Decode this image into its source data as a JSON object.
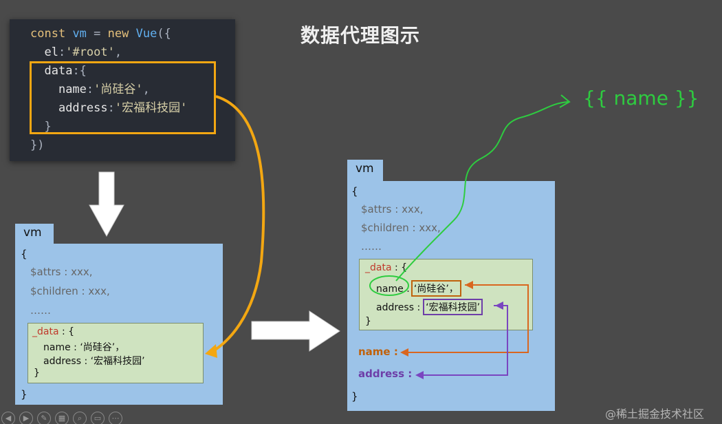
{
  "title": "数据代理图示",
  "code": {
    "line1": {
      "kw": "const",
      "var": "vm",
      "eq": " = ",
      "kw2": "new",
      "fn": "Vue",
      "tail": "({"
    },
    "line2": {
      "prop": "el",
      "str": "'#root'",
      "tail": ","
    },
    "line3": {
      "prop": "data",
      "tail": ":{"
    },
    "line4": {
      "prop": "name",
      "str": "'尚硅谷'",
      "tail": ","
    },
    "line5": {
      "prop": "address",
      "str": "'宏福科技园'"
    },
    "line6": "}",
    "line7": "})"
  },
  "left_vm": {
    "tab": "vm",
    "open": "{",
    "attrs": "$attrs : xxx,",
    "children": "$children : xxx,",
    "ellipsis": "……",
    "data_box": {
      "key": "_data",
      "colon_open": ": {",
      "name": "name : ‘尚硅谷’，",
      "address": "address : ‘宏福科技园’",
      "close": "}"
    },
    "close": "}"
  },
  "right_vm": {
    "tab": "vm",
    "open": "{",
    "attrs": "$attrs : xxx,",
    "children": "$children : xxx,",
    "ellipsis": "……",
    "data_box": {
      "key": "_data",
      "colon_open": ": {",
      "name_key": "name :",
      "name_val": "‘尚硅谷’，",
      "address_key": "address :",
      "address_val": "‘宏福科技园’",
      "close": "}"
    },
    "name_proxy": "name :",
    "address_proxy": "address :",
    "close": "}"
  },
  "mustache": "{{ name }}",
  "watermark": "@稀土掘金技术社区",
  "colors": {
    "background": "#4a4a4a",
    "vm_box": "#9cc3e8",
    "data_box": "#cfe3c0",
    "highlight_yellow": "#f3a712",
    "green_link": "#2ecc40",
    "orange_link": "#d9661f",
    "purple_link": "#7a45c0"
  },
  "toolbar_icons": [
    "prev-icon",
    "next-icon",
    "pen-icon",
    "slides-icon",
    "zoom-icon",
    "subtitle-icon",
    "more-icon"
  ]
}
